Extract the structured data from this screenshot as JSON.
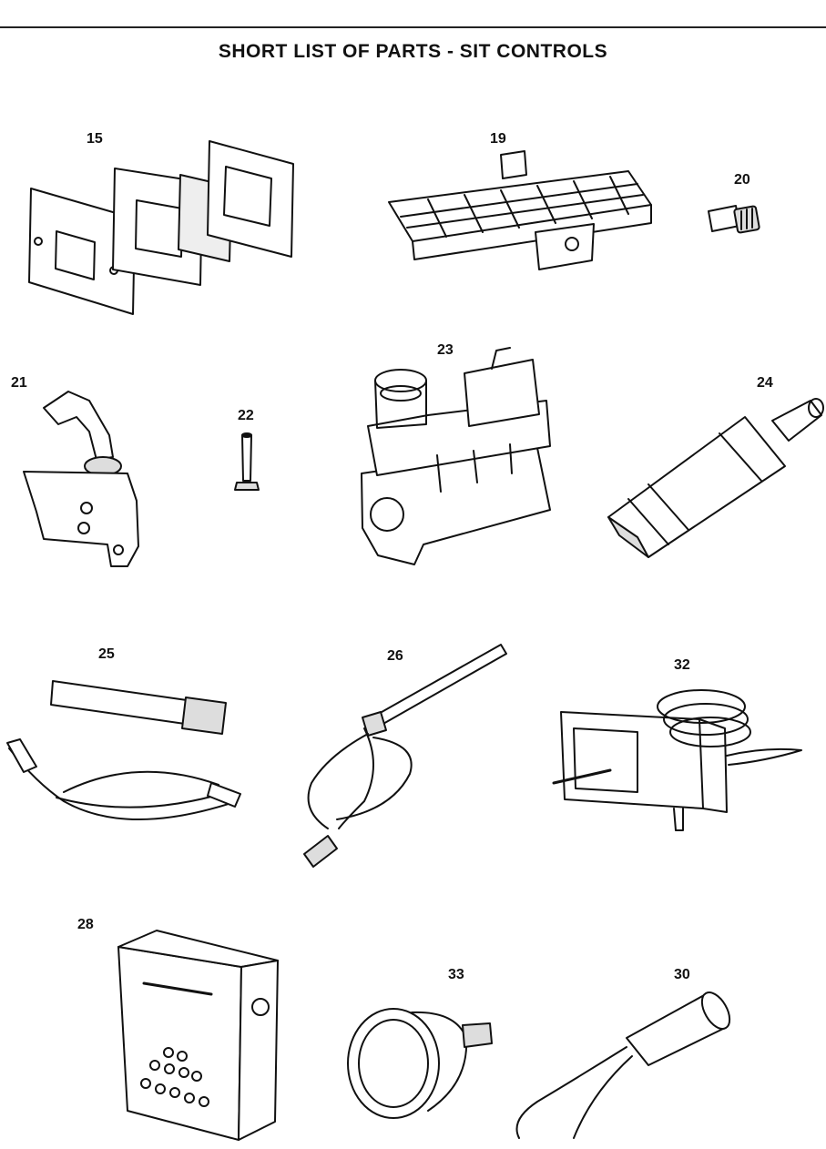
{
  "title": "SHORT LIST OF PARTS - SIT CONTROLS",
  "parts": [
    {
      "number": "15",
      "icon": "gasket-plates-icon"
    },
    {
      "number": "19",
      "icon": "burner-grid-icon"
    },
    {
      "number": "20",
      "icon": "injector-icon"
    },
    {
      "number": "21",
      "icon": "pilot-assembly-icon"
    },
    {
      "number": "22",
      "icon": "pilot-injector-icon"
    },
    {
      "number": "23",
      "icon": "gas-valve-icon"
    },
    {
      "number": "24",
      "icon": "piezo-igniter-icon"
    },
    {
      "number": "25",
      "icon": "ignition-lead-icon"
    },
    {
      "number": "26",
      "icon": "thermocouple-icon"
    },
    {
      "number": "32",
      "icon": "thermostat-icon"
    },
    {
      "number": "28",
      "icon": "control-box-icon"
    },
    {
      "number": "33",
      "icon": "control-knob-icon"
    },
    {
      "number": "30",
      "icon": "sensor-probe-icon"
    }
  ]
}
